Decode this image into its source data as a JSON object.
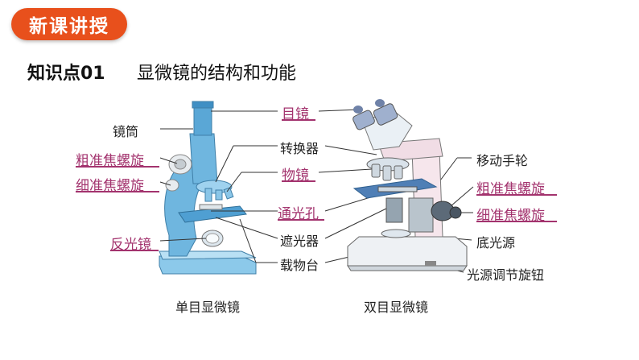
{
  "header": {
    "badge": "新课讲授"
  },
  "topic": {
    "key": "知识点01",
    "title": "显微镜的结构和功能"
  },
  "left_labels": [
    "镜筒",
    "粗准焦螺旋",
    "细准焦螺旋",
    "反光镜"
  ],
  "middle_labels": [
    "目镜",
    "转换器",
    "物镜",
    "通光孔",
    "遮光器",
    "载物台"
  ],
  "right_labels": [
    "移动手轮",
    "粗准焦螺旋",
    "细准焦螺旋",
    "底光源",
    "光源调节旋钮"
  ],
  "captions": {
    "mono": "单目显微镜",
    "bino": "双目显微镜"
  },
  "colors": {
    "badge": "#e8501c",
    "highlight": "#a3336e",
    "scope_blue": "#6fb6df"
  }
}
